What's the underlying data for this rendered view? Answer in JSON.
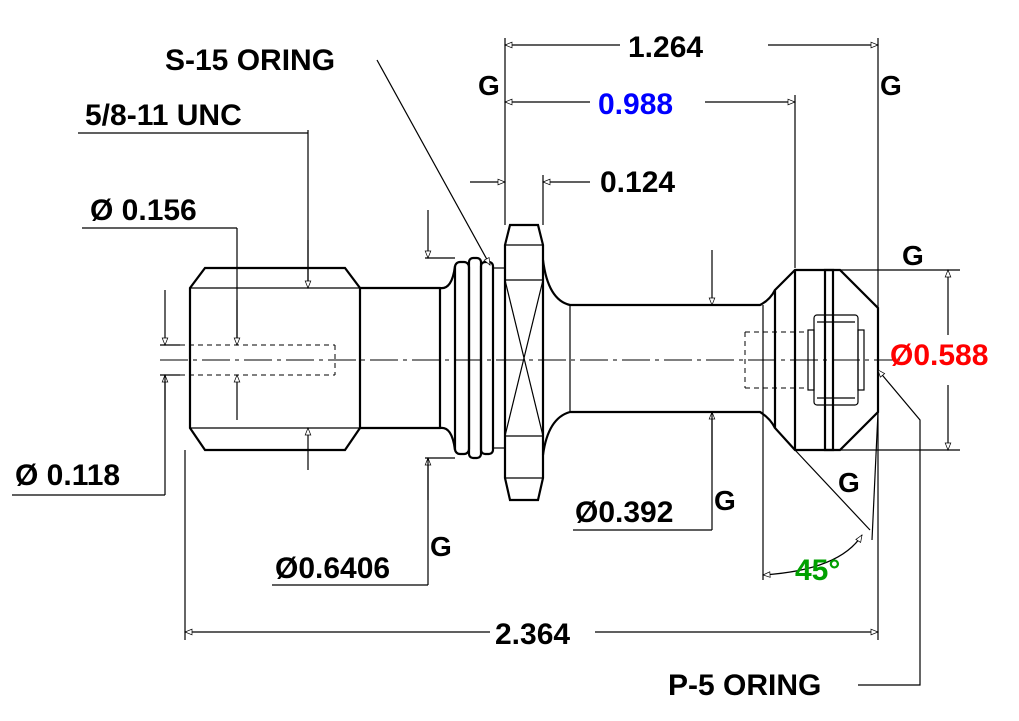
{
  "drawing": {
    "callouts": {
      "oring_top": "S-15 ORING",
      "thread": "5/8-11 UNC",
      "oring_bottom": "P-5 ORING"
    },
    "dimensions": {
      "d_0156": "Ø 0.156",
      "d_0118": "Ø 0.118",
      "d_06406": "Ø0.6406",
      "d_0392": "Ø0.392",
      "d_0588": "Ø0.588",
      "len_1264": "1.264",
      "len_0988": "0.988",
      "len_0124": "0.124",
      "len_2364": "2.364",
      "angle_45": "45°"
    },
    "g_mark": "G",
    "colors": {
      "blue": "#0000ff",
      "red": "#ff0000",
      "green": "#00a000",
      "black": "#000000"
    }
  }
}
